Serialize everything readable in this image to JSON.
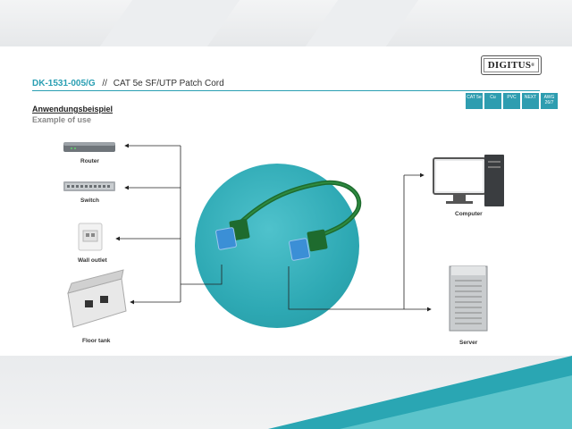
{
  "brand": {
    "logo_text": "DIGITUS",
    "logo_mark": "®"
  },
  "header": {
    "product_code": "DK-1531-005/G",
    "separator": "//",
    "product_name": "CAT 5e SF/UTP Patch Cord"
  },
  "badges": [
    {
      "label": "CAT 5e"
    },
    {
      "label": "Cu"
    },
    {
      "label": "PVC"
    },
    {
      "label": "NEXT"
    },
    {
      "label": "AWG 26/7"
    }
  ],
  "section": {
    "title_de": "Anwendungsbeispiel",
    "title_en": "Example of use"
  },
  "devices": {
    "router": "Router",
    "switch": "Switch",
    "wall_outlet": "Wall outlet",
    "floor_tank": "Floor tank",
    "computer": "Computer",
    "server": "Server"
  },
  "colors": {
    "accent": "#2a9fb3",
    "circle": "#2ea9b4",
    "cable": "#1e6b2e",
    "connector": "#3b8fd6"
  }
}
